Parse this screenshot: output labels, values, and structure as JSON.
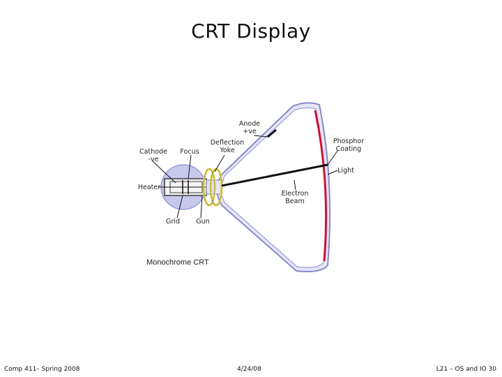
{
  "slide": {
    "title": "CRT Display",
    "caption": "Monochrome CRT"
  },
  "labels": {
    "anode": "Anode\n+ve",
    "cathode": "Cathode\n-ve",
    "focus": "Focus",
    "deflection_yoke": "Deflection\nYoke",
    "phosphor_coating": "Phosphor\nCoating",
    "light": "Light",
    "heater": "Heater",
    "electron_beam": "Electron\nBeam",
    "grid": "Grid",
    "gun": "Gun"
  },
  "footer": {
    "left": "Comp 411– Spring 2008",
    "center": "4/24/08",
    "right": "L21 – OS and IO 30"
  },
  "colors": {
    "tube_outline": "#8888cc",
    "tube_fill": "#d8d8f0",
    "phosphor": "#cc1133",
    "gun_circle": "#c8c8ec",
    "yoke": "#e8d840"
  }
}
